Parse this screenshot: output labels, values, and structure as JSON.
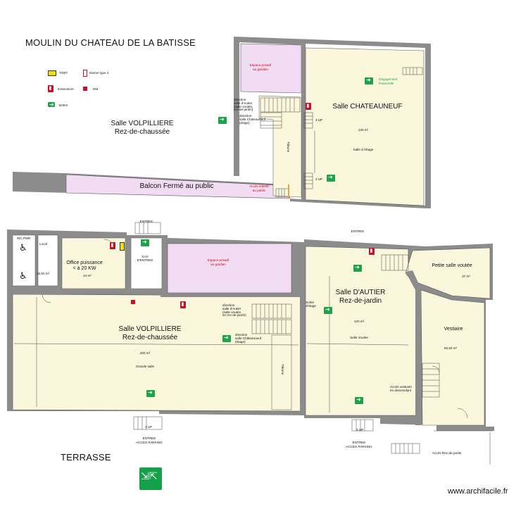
{
  "title": "MOULIN DU CHATEAU DE LA BATISSE",
  "watermark": "www.archifacile.fr",
  "legend": {
    "tgbt": "TGBT",
    "alarme": "Alarme type 4",
    "extincteurs": "Extincteurs",
    "dm": "DM",
    "baes": "BAES"
  },
  "upper": {
    "floor_label_line1": "Salle VOLPILLIERE",
    "floor_label_line2": "Rez-de-chaussée",
    "espace_prive_line1": "Espace privatif",
    "espace_prive_line2": "au gardien",
    "balcon": "Balcon Fermé au public",
    "acces_interdit_line1": "Accès interdit",
    "acces_interdit_line2": "au public",
    "salle_chateauneuf": "Salle CHATEAUNEUF",
    "area": "120 m²",
    "salle_etage": "Salle à l'étage",
    "degagement_line1": "Dégagement",
    "degagement_line2": "Passerelle",
    "direction_block": [
      "direction",
      "salle d'Autier",
      "(salle voutée,",
      "rez-de-jardin)"
    ],
    "direction_block2": [
      "direction",
      "salle Chateauneuf",
      "(étage)"
    ],
    "tribune": "Tribune",
    "up_label": "3 UP"
  },
  "lower": {
    "entree_top": "ENTREE",
    "sas": "SAS",
    "sas2": "D'ENTREE",
    "local": "Local",
    "pmr1": "WC PMR",
    "office_line1": "Office puissance",
    "office_line2": "< à 20 KW",
    "office_area": "24 m²",
    "wc_area": "15,50 m²",
    "espace_prive_line1": "Espace privatif",
    "espace_prive_line2": "au gardien",
    "volpilliere_line1": "Salle VOLPILLIERE",
    "volpilliere_line2": "Rez-de-chaussée",
    "volpilliere_area": "200 m²",
    "grande_salle": "Grande salle",
    "direction_a": [
      "direction",
      "salle d'Autier",
      "(salle voutée",
      "en rez-de-jardin)"
    ],
    "direction_b": [
      "direction",
      "salle Châteauneuf",
      "(étage)"
    ],
    "tribune": "Tribune",
    "sortie": [
      "Sortie",
      "d'étage"
    ],
    "autier_line1": "Salle D'AUTIER",
    "autier_line2": "Rez-de-jardin",
    "autier_area": "120 m²",
    "salle_voutee": "Salle Voutée",
    "entree_top2": "ENTREE",
    "petite_salle": "Petite salle voutée",
    "petite_area": "37 m²",
    "vestiaire": "Vestiaire",
    "vestiaire_area": "60,50 m²",
    "acces_vestiaire": [
      "Accès vestiaire",
      "en descendant"
    ],
    "entree_bottom1_line1": "ENTREE",
    "entree_bottom1_line2": "ACCES PARKING",
    "entree_bottom2_line1": "ENTREE",
    "entree_bottom2_line2": "ACCES PARKING",
    "acces_rdj": "Accès Rez-de-jardin",
    "terrasse": "TERRASSE",
    "up_label": "3 UP"
  },
  "colors": {
    "wall": "#8c8c8c",
    "floor": "#fbf7dd",
    "private": "#f2dcf3",
    "exit": "#1fa34a",
    "alarm": "#c8102e"
  }
}
